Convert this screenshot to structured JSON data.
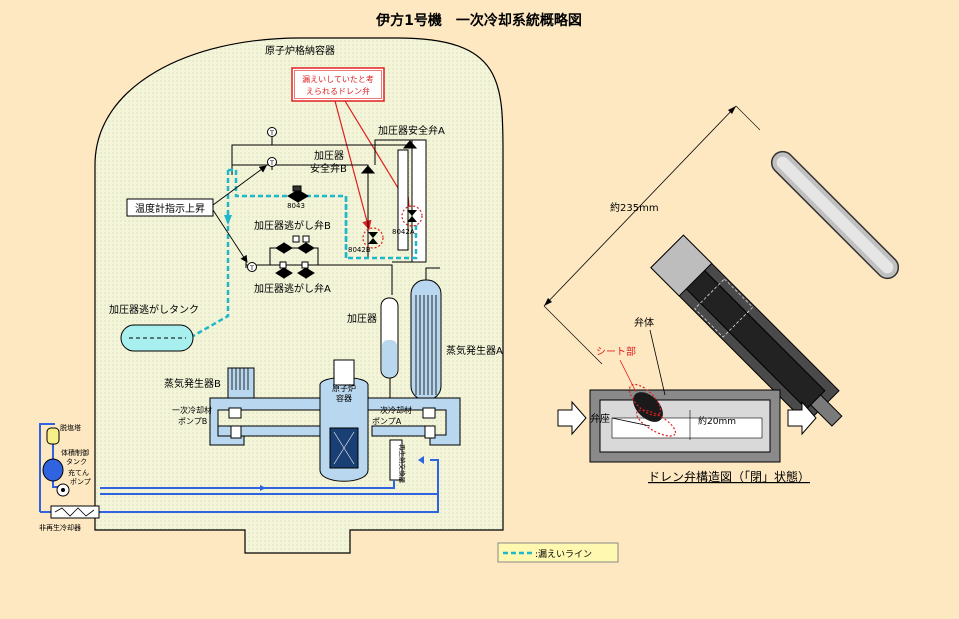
{
  "title": "伊方1号機　一次冷却系統概略図",
  "containment_label": "原子炉格納容器",
  "callout": {
    "line1": "漏えいしていたと考",
    "line2": "えられるドレン弁"
  },
  "labels": {
    "pzr_safety_valve_a": "加圧器安全弁A",
    "pzr_safety_valve_b_1": "加圧器",
    "pzr_safety_valve_b_2": "安全弁B",
    "temp_rise": "温度計指示上昇",
    "relief_valve_b": "加圧器逃がし弁B",
    "relief_valve_a": "加圧器逃がし弁A",
    "relief_tank": "加圧器逃がしタンク",
    "pressurizer": "加圧器",
    "sg_a": "蒸気発生器A",
    "sg_b": "蒸気発生器B",
    "rcp_a_1": "一次冷却材",
    "rcp_a_2": "ポンプA",
    "rcp_b_1": "一次冷却材",
    "rcp_b_2": "ポンプB",
    "reactor_1": "原子炉",
    "reactor_2": "容器",
    "regen_hx": "再生熱交換器",
    "demineralizer": "脱塩塔",
    "vct_1": "体積制御",
    "vct_2": "タンク",
    "charging_pump_1": "充てん",
    "charging_pump_2": "ポンプ",
    "non_regen_hx": "非再生冷却器",
    "valve_8043": "8043",
    "valve_8042b": "8042B",
    "valve_8042a": "8042A",
    "temp_symbol": "T"
  },
  "legend": {
    "label": ":漏えいライン"
  },
  "detail": {
    "dim_235": "約235mm",
    "dim_20": "約20mm",
    "valve_body": "弁体",
    "seat_part": "シート部",
    "valve_seat": "弁座",
    "caption": "ドレン弁構造図（「閉」状態）"
  },
  "colors": {
    "background": "#fde8c2",
    "containment_fill": "#f3f4d8",
    "leak_line": "#1fb7c9",
    "flow_blue": "#2f63e0",
    "callout_red": "#e02020",
    "pipe_fill": "#b9d7ee",
    "tank_fill": "#a8f0ef"
  }
}
